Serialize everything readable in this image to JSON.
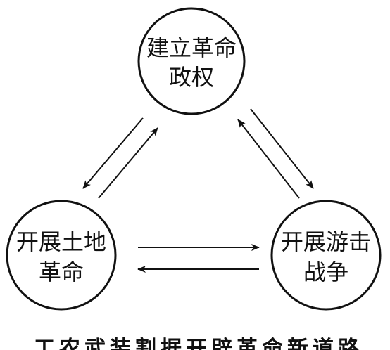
{
  "nodes": {
    "top": {
      "line1": "建立革命",
      "line2": "政权"
    },
    "left": {
      "line1": "开展土地",
      "line2": "革命"
    },
    "right": {
      "line1": "开展游击",
      "line2": "战争"
    }
  },
  "caption": "工农武装割据开辟革命新道路",
  "colors": {
    "stroke": "#111111",
    "background": "#ffffff"
  }
}
